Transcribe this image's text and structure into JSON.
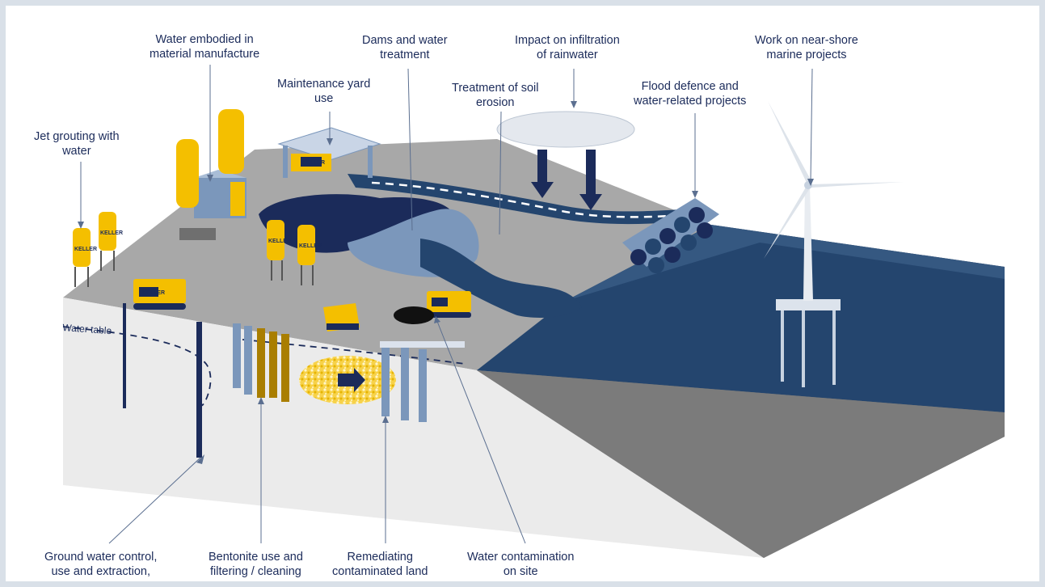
{
  "labels": {
    "water_embodied": [
      "Water embodied in",
      "material manufacture"
    ],
    "dams": [
      "Dams and water",
      "treatment"
    ],
    "infiltration": [
      "Impact on infiltration",
      "of rainwater"
    ],
    "near_shore": [
      "Work on near-shore",
      "marine projects"
    ],
    "maintenance": [
      "Maintenance yard",
      "use"
    ],
    "soil_erosion": [
      "Treatment of soil",
      "erosion"
    ],
    "flood": [
      "Flood defence and",
      "water-related projects"
    ],
    "jet_grouting": [
      "Jet grouting with",
      "water"
    ],
    "water_table": "Water table",
    "ground_water": [
      "Ground water control,",
      "use and extraction,"
    ],
    "bentonite": [
      "Bentonite use and",
      "filtering / cleaning"
    ],
    "remediating": [
      "Remediating",
      "contaminated land"
    ],
    "contamination": [
      "Water contamination",
      "on site"
    ]
  },
  "brand": "KELLER",
  "colors": {
    "navy": "#1b2b5a",
    "ground_top": "#a9a9a9",
    "ground_side": "#ececec",
    "sea": "#24456e",
    "yellow": "#f4bf00",
    "steel_blue": "#7b97bb"
  }
}
